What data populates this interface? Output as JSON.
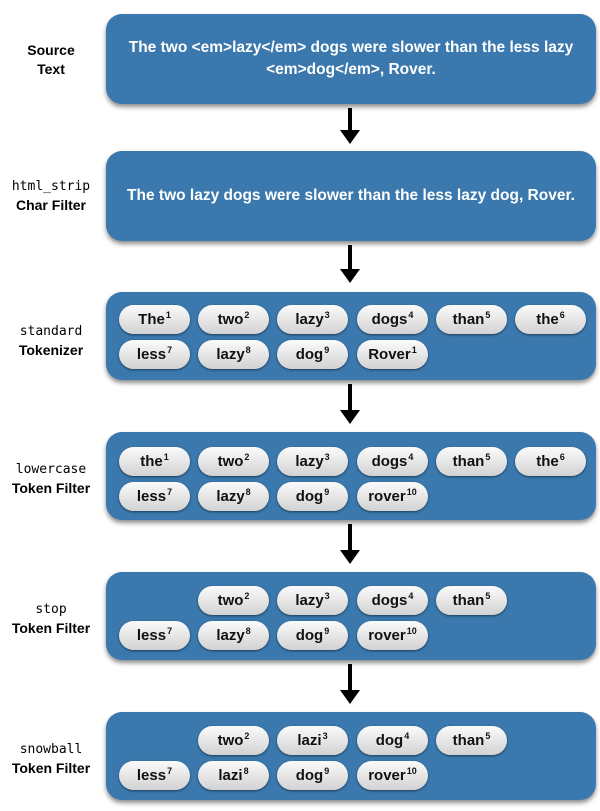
{
  "stages": [
    {
      "name_line1": "Source",
      "name_line2": "Text",
      "text": "The two <em>lazy</em> dogs were slower than the less lazy <em>dog</em>, Rover."
    },
    {
      "name_mono": "html_strip",
      "name_plain": "Char Filter",
      "text": "The two lazy dogs were slower than the less lazy dog, Rover."
    },
    {
      "name_mono": "standard",
      "name_plain": "Tokenizer",
      "tokens": [
        {
          "word": "The",
          "pos": "1"
        },
        {
          "word": "two",
          "pos": "2"
        },
        {
          "word": "lazy",
          "pos": "3"
        },
        {
          "word": "dogs",
          "pos": "4"
        },
        {
          "word": "than",
          "pos": "5"
        },
        {
          "word": "the",
          "pos": "6"
        },
        {
          "word": "less",
          "pos": "7"
        },
        {
          "word": "lazy",
          "pos": "8"
        },
        {
          "word": "dog",
          "pos": "9"
        },
        {
          "word": "Rover",
          "pos": "1"
        }
      ]
    },
    {
      "name_mono": "lowercase",
      "name_plain": "Token Filter",
      "tokens": [
        {
          "word": "the",
          "pos": "1"
        },
        {
          "word": "two",
          "pos": "2"
        },
        {
          "word": "lazy",
          "pos": "3"
        },
        {
          "word": "dogs",
          "pos": "4"
        },
        {
          "word": "than",
          "pos": "5"
        },
        {
          "word": "the",
          "pos": "6"
        },
        {
          "word": "less",
          "pos": "7"
        },
        {
          "word": "lazy",
          "pos": "8"
        },
        {
          "word": "dog",
          "pos": "9"
        },
        {
          "word": "rover",
          "pos": "10"
        }
      ]
    },
    {
      "name_mono": "stop",
      "name_plain": "Token Filter",
      "tokens": [
        {
          "word": "two",
          "pos": "2"
        },
        {
          "word": "lazy",
          "pos": "3"
        },
        {
          "word": "dogs",
          "pos": "4"
        },
        {
          "word": "than",
          "pos": "5"
        },
        {
          "word": "less",
          "pos": "7"
        },
        {
          "word": "lazy",
          "pos": "8"
        },
        {
          "word": "dog",
          "pos": "9"
        },
        {
          "word": "rover",
          "pos": "10"
        }
      ]
    },
    {
      "name_mono": "snowball",
      "name_plain": "Token Filter",
      "tokens": [
        {
          "word": "two",
          "pos": "2"
        },
        {
          "word": "lazi",
          "pos": "3"
        },
        {
          "word": "dog",
          "pos": "4"
        },
        {
          "word": "than",
          "pos": "5"
        },
        {
          "word": "less",
          "pos": "7"
        },
        {
          "word": "lazi",
          "pos": "8"
        },
        {
          "word": "dog",
          "pos": "9"
        },
        {
          "word": "rover",
          "pos": "10"
        }
      ]
    }
  ],
  "colors": {
    "box": "#3a78ad",
    "token_top": "#fbfbfb",
    "token_bottom": "#d2d2d2",
    "arrow": "#000000"
  }
}
